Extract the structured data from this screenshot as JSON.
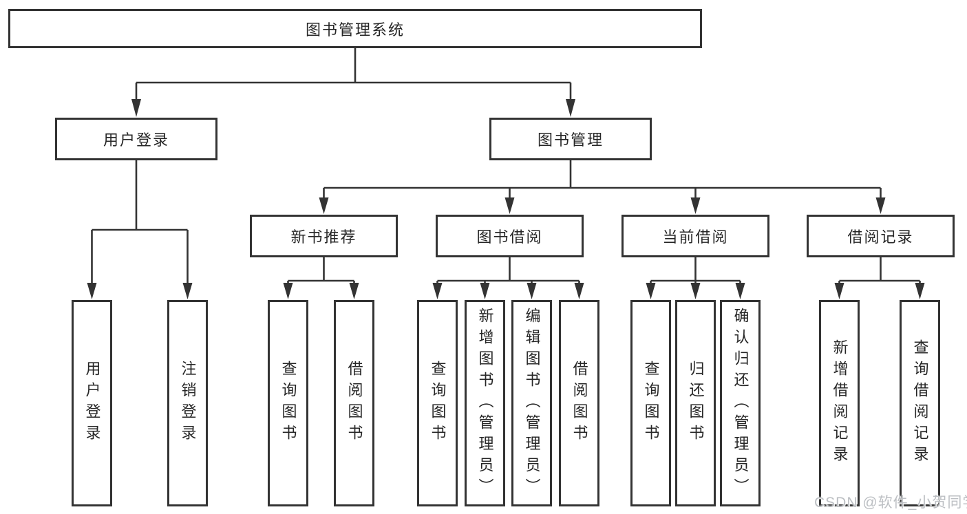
{
  "diagram_title": "图书管理系统",
  "nodes": {
    "root": "图书管理系统",
    "user_login": "用户登录",
    "book_mgmt": "图书管理",
    "new_rec": "新书推荐",
    "book_borrow": "图书借阅",
    "current_borrow": "当前借阅",
    "borrow_record": "借阅记录",
    "leaf_user_login": "用户登录",
    "leaf_logout": "注销登录",
    "leaf_rec_query": "查询图书",
    "leaf_rec_borrow": "借阅图书",
    "leaf_bb_query": "查询图书",
    "leaf_bb_add": "新增图书（管理员）",
    "leaf_bb_edit": "编辑图书（管理员）",
    "leaf_bb_borrow": "借阅图书",
    "leaf_cb_query": "查询图书",
    "leaf_cb_return": "归还图书",
    "leaf_cb_confirm": "确认归还（管理员）",
    "leaf_br_add": "新增借阅记录",
    "leaf_br_query": "查询借阅记录"
  },
  "watermark": "CSDN @软件_小贺同学",
  "colors": {
    "line": "#333333",
    "box_border": "#333333",
    "box_fill": "#ffffff",
    "text": "#262626",
    "watermark": "#bcbfc3",
    "background": "#ffffff"
  }
}
